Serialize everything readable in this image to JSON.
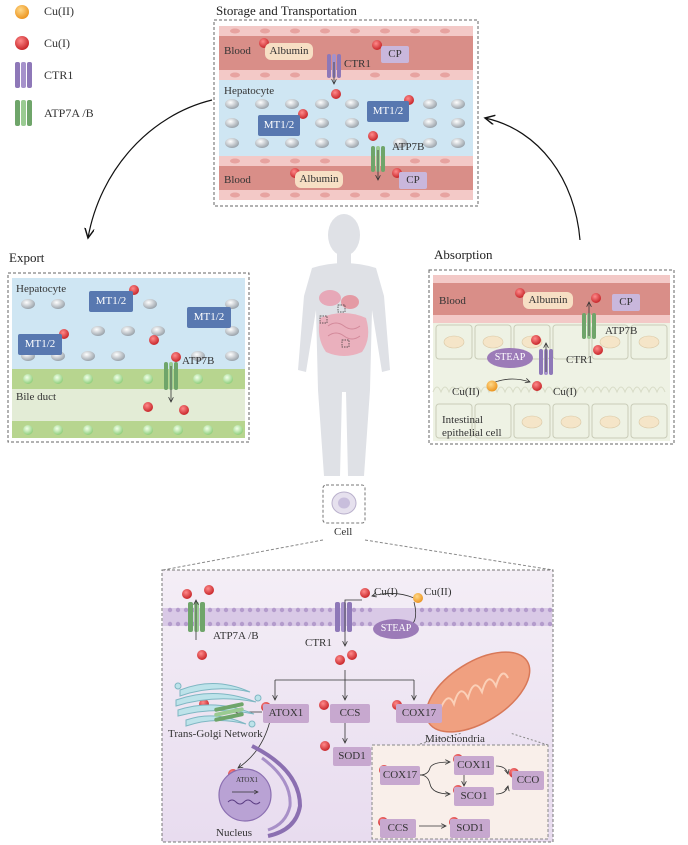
{
  "legend": [
    {
      "label": "Cu(II)",
      "icon": "cu2-dot-icon"
    },
    {
      "label": "Cu(I)",
      "icon": "cu1-dot-icon"
    },
    {
      "label": "CTR1",
      "icon": "ctr1-transporter-icon"
    },
    {
      "label": "ATP7A /B",
      "icon": "atp7ab-transporter-icon"
    }
  ],
  "storage": {
    "title": "Storage and Transportation",
    "blood_top": "Blood",
    "albumin_top": "Albumin",
    "cp_top": "CP",
    "ctr1": "CTR1",
    "hepatocyte": "Hepatocyte",
    "mt_a": "MT1/2",
    "mt_b": "MT1/2",
    "atp7b": "ATP7B",
    "blood_bottom": "Blood",
    "albumin_bottom": "Albumin",
    "cp_bottom": "CP"
  },
  "export": {
    "title": "Export",
    "hepatocyte": "Hepatocyte",
    "mt_a": "MT1/2",
    "mt_b": "MT1/2",
    "mt_c": "MT1/2",
    "atp7b": "ATP7B",
    "bile_duct": "Bile duct"
  },
  "absorption": {
    "title": "Absorption",
    "blood": "Blood",
    "albumin": "Albumin",
    "cp": "CP",
    "atp7b": "ATP7B",
    "steap": "STEAP",
    "ctr1": "CTR1",
    "cu2": "Cu(II)",
    "cu1": "Cu(I)",
    "cell_line1": "Intestinal",
    "cell_line2": "epithelial cell"
  },
  "cell_label": "Cell",
  "cell_panel": {
    "cu1_top": "Cu(I)",
    "cu2_top": "Cu(II)",
    "steap": "STEAP",
    "ctr1": "CTR1",
    "atp7ab": "ATP7A /B",
    "atox1": "ATOX1",
    "ccs": "CCS",
    "cox17": "COX17",
    "tgn": "Trans-Golgi Network",
    "mitochondria": "Mitochondria",
    "sod1": "SOD1",
    "nucleus": "Nucleus",
    "atox1_small": "ATOX1",
    "inset": {
      "cox17": "COX17",
      "cox11": "COX11",
      "sco1": "SCO1",
      "cco": "CCO",
      "ccs": "CCS",
      "sod1": "SOD1"
    }
  },
  "colors": {
    "cu1": "#d9383a",
    "cu2": "#f0a030",
    "blood": "#e3a5a0",
    "hepatocyte": "#cfe6f3",
    "bile": "#e3ecd6",
    "ctr1": "#8e78b8",
    "atp7": "#7fb27a",
    "mt": "#5878b0",
    "cp": "#c9b7dc",
    "albumin": "#f7dfc4"
  }
}
